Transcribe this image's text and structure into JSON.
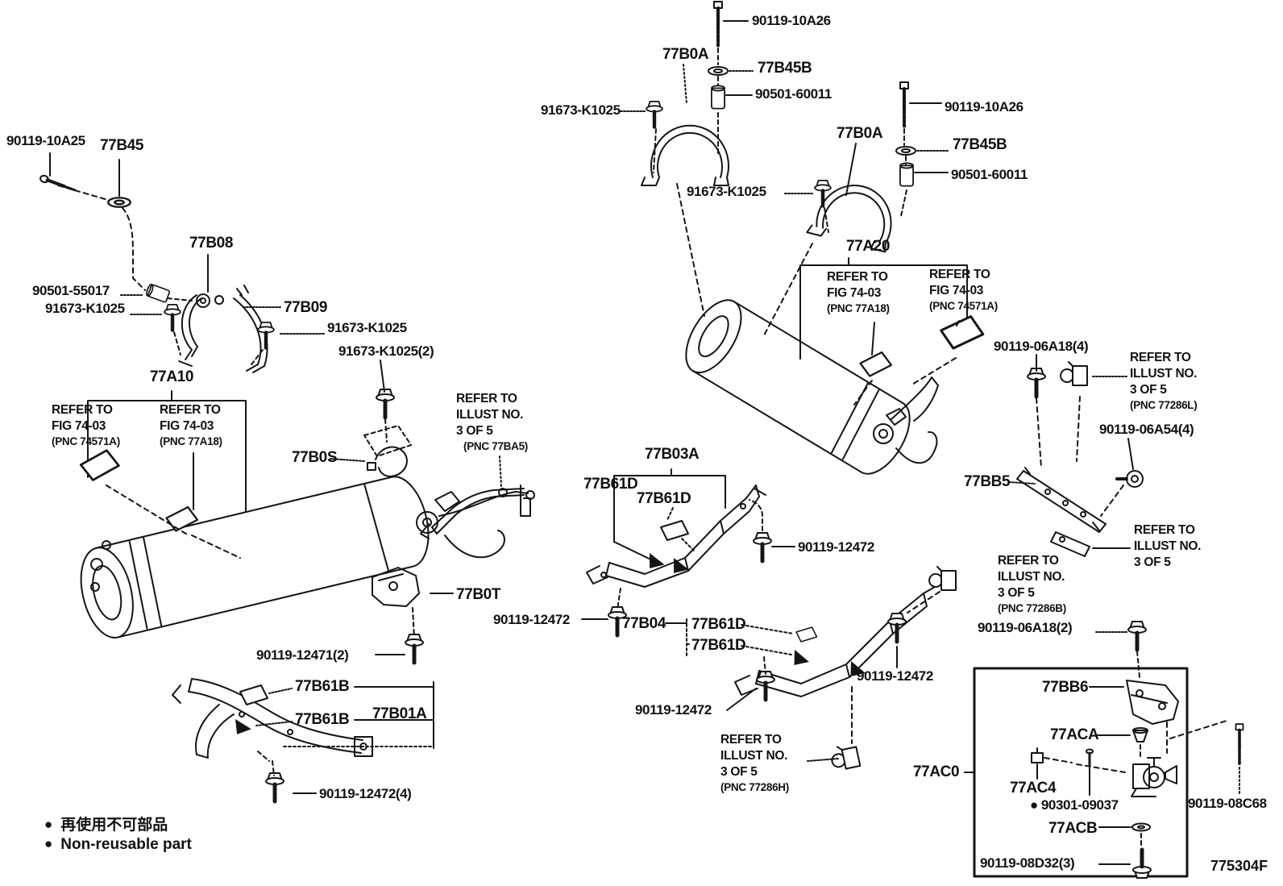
{
  "figure_code": "775304F",
  "legend": {
    "bullet": "●",
    "items": [
      "再使用不可部品",
      "Non-reusable part"
    ]
  },
  "labels": {
    "bolt_10a26_a": "90119-10A26",
    "band_77b0a_a": "77B0A",
    "collar_77b45b_a": "77B45B",
    "spacer_60011_a": "90501-60011",
    "bolt_k1025_a": "91673-K1025",
    "bolt_10a26_b": "90119-10A26",
    "band_77b0a_b": "77B0A",
    "collar_77b45b_b": "77B45B",
    "spacer_60011_b": "90501-60011",
    "bolt_k1025_b": "91673-K1025",
    "bolt_10a25": "90119-10A25",
    "cushion_77b45": "77B45",
    "band_77b08": "77B08",
    "spacer_55017": "90501-55017",
    "bolt_k1025_c": "91673-K1025",
    "band_77b09": "77B09",
    "bolt_k1025_d": "91673-K1025",
    "bolt_k1025_e": "91673-K1025(2)",
    "tank_77a10": "77A10",
    "tank_77a20": "77A20",
    "bracket_77b0s": "77B0S",
    "bracket_77b03a": "77B03A",
    "tag_77b61d_a": "77B61D",
    "tag_77b61d_b": "77B61D",
    "bolt_12472_a": "90119-12472",
    "bolt_12472_b": "90119-12472",
    "bracket_77b04": "77B04",
    "tag_77b61d_c": "77B61D",
    "tag_77b61d_d": "77B61D",
    "bolt_12472_c": "90119-12472",
    "bolt_12472_d": "90119-12472",
    "bolt_12471": "90119-12471(2)",
    "bracket_77b0t": "77B0T",
    "tag_77b61b_a": "77B61B",
    "tag_77b61b_b": "77B61B",
    "bracket_77b01a": "77B01A",
    "bolt_12472_e": "90119-12472(4)",
    "bolt_06a18_a": "90119-06A18(4)",
    "bolt_06a54": "90119-06A54(4)",
    "rail_77bb5": "77BB5",
    "bolt_06a18_b": "90119-06A18(2)",
    "bracket_77bb6": "77BB6",
    "grommet_77aca": "77ACA",
    "assy_77ac0": "77AC0",
    "clip_77ac4": "77AC4",
    "oring_90301": "90301-09037",
    "gasket_77acb": "77ACB",
    "bolt_08d32": "90119-08D32(3)",
    "bolt_08c68": "90119-08C68"
  },
  "notes": {
    "a10_left": [
      "REFER TO",
      "FIG 74-03",
      "(PNC 74571A)"
    ],
    "a10_right": [
      "REFER TO",
      "FIG 74-03",
      "(PNC 77A18)"
    ],
    "a20_left": [
      "REFER TO",
      "FIG 74-03",
      "(PNC 77A18)"
    ],
    "a20_right": [
      "REFER TO",
      "FIG 74-03",
      "(PNC 74571A)"
    ],
    "ba5": [
      "REFER TO",
      "ILLUST NO.",
      "3 OF 5",
      "(PNC 77BA5)"
    ],
    "l286": [
      "REFER TO",
      "ILLUST NO.",
      "3 OF 5",
      "(PNC 77286L)"
    ],
    "plain": [
      "REFER TO",
      "ILLUST NO.",
      "3 OF 5"
    ],
    "b286": [
      "REFER TO",
      "ILLUST NO.",
      "3 OF 5",
      "(PNC 77286B)"
    ],
    "h286": [
      "REFER TO",
      "ILLUST NO.",
      "3 OF 5",
      "(PNC 77286H)"
    ]
  }
}
